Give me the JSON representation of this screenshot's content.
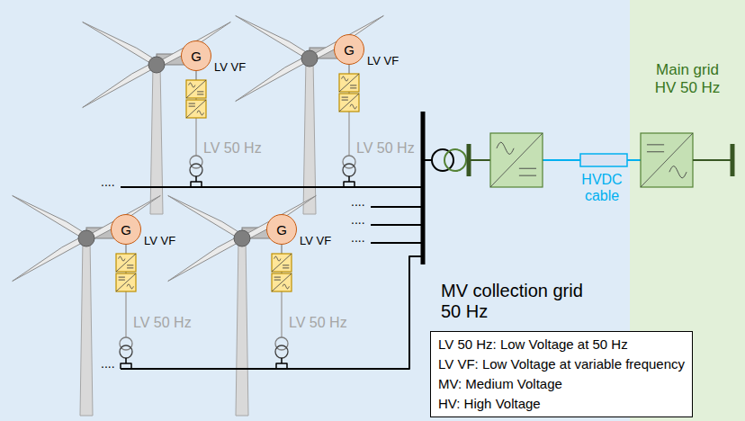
{
  "diagram": {
    "nodes": [
      {
        "text": [
          "MV collection grid 50 Hz"
        ]
      },
      {
        "text": [
          "G"
        ],
        "in": 0
      },
      {
        "text": [
          "G"
        ],
        "in": 0
      },
      {
        "text": [
          "G"
        ],
        "in": 0
      },
      {
        "text": [
          "G"
        ],
        "in": 0
      },
      {
        "text": [
          "Main grid HV 50 Hz"
        ]
      },
      {
        "text": [
          "LV 50 Hz: Low Voltage at 50 Hz",
          "LV VF: Low Voltage at variable frequency",
          "MV: Medium Voltage",
          "HV: High Voltage"
        ]
      }
    ],
    "labels": [
      "LV VF",
      "LV 50 Hz",
      "LV VF",
      "LV 50 Hz",
      "LV VF",
      "LV 50 Hz",
      "LV VF",
      "LV 50 Hz",
      "....",
      "....",
      "....",
      "....",
      "....",
      "HVDC cable"
    ]
  }
}
